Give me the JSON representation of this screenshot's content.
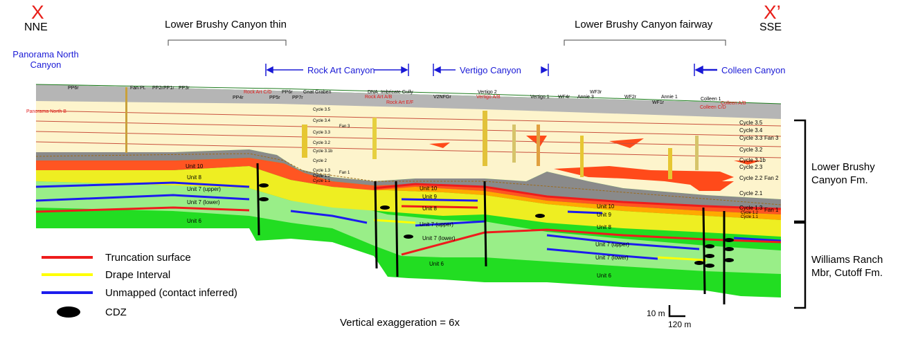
{
  "section": {
    "left_end": {
      "marker": "X",
      "direction": "NNE"
    },
    "right_end": {
      "marker": "X’",
      "direction": "SSE"
    },
    "trends": [
      "Lower Brushy Canyon thin",
      "Lower Brushy Canyon fairway"
    ],
    "canyons": {
      "panorama": "Panorama North Canyon",
      "rock_art": "Rock Art Canyon",
      "vertigo": "Vertigo Canyon",
      "colleen": "Colleen Canyon"
    },
    "panorama_label": "Panorama North B"
  },
  "wells": [
    {
      "name": "PP6r"
    },
    {
      "name": "Fan Pt."
    },
    {
      "name": "PP2r"
    },
    {
      "name": "PP1r"
    },
    {
      "name": "PP3r"
    },
    {
      "name": "PP4r"
    },
    {
      "name": "Rock Art C/D",
      "red": true
    },
    {
      "name": "PP5r"
    },
    {
      "name": "PP6r"
    },
    {
      "name": "PP7r"
    },
    {
      "name": "Gnat Graben"
    },
    {
      "name": "DNA"
    },
    {
      "name": "Rock Art A/B",
      "red": true
    },
    {
      "name": "Imbricate Gully"
    },
    {
      "name": "Rock Art E/F",
      "red": true
    },
    {
      "name": "V2NFGr"
    },
    {
      "name": "Vertigo 2"
    },
    {
      "name": "Vertigo A/B",
      "red": true
    },
    {
      "name": "Vertigo 1"
    },
    {
      "name": "WF4r"
    },
    {
      "name": "Annie 3"
    },
    {
      "name": "WF3r"
    },
    {
      "name": "WF2r"
    },
    {
      "name": "Annie 1"
    },
    {
      "name": "WF1r"
    },
    {
      "name": "Colleen 1"
    },
    {
      "name": "Colleen C/D",
      "red": true
    },
    {
      "name": "Colleen A/B",
      "red": true
    }
  ],
  "cycles_left": [
    "Cycle 3.5",
    "Cycle 3.4",
    "Cycle 3.3",
    "Cycle 3.2",
    "Cycle 3.1b",
    "Cycle 2",
    "Cycle 1.3",
    "Cycle 1.2",
    "Cycle 1.1"
  ],
  "fans_left": [
    "Fan 3",
    "Fan 1"
  ],
  "cycles_right": [
    "Cycle 3.5",
    "Cycle 3.4",
    "Cycle 3.3",
    "Cycle 3.2",
    "Cycle 3.1b",
    "Cycle 2.3",
    "Cycle 2.2",
    "Cycle 2.1",
    "Cycle 1.3",
    "Cycle 1.2",
    "Cycle 1.1"
  ],
  "fans_right": [
    "Fan 3",
    "Fan 2",
    "Fan 1"
  ],
  "units": {
    "left": [
      "Unit 10",
      "Unit 8",
      "Unit 7 (upper)",
      "Unit 7 (lower)",
      "Unit 6"
    ],
    "middle": [
      "Unit 10",
      "Unit 9",
      "Unit 8",
      "Unit 7 (upper)",
      "Unit 7 (lower)",
      "Unit 6"
    ],
    "right": [
      "Unit 10",
      "Unit 9",
      "Unit 8",
      "Unit 7 (upper)",
      "Unit 7 (lower)",
      "Unit 6"
    ]
  },
  "legend": [
    {
      "label": "Truncation surface",
      "color": "#ee1c1c",
      "symbol": "line"
    },
    {
      "label": "Drape Interval",
      "color": "#ffff00",
      "symbol": "line"
    },
    {
      "label": "Unmapped (contact inferred)",
      "color": "#1c1cee",
      "symbol": "line"
    },
    {
      "label": "CDZ",
      "color": "#000000",
      "symbol": "ellipse"
    }
  ],
  "formations": {
    "upper": "Lower Brushy Canyon Fm.",
    "lower": "Williams Ranch Mbr, Cutoff Fm."
  },
  "scale": {
    "vertical": "10 m",
    "horizontal": "120 m"
  },
  "vertical_exaggeration": "Vertical exaggeration = 6x",
  "colors": {
    "unit6": "#22dd22",
    "unit7": "#99ee88",
    "unit8": "#eeee22",
    "unit9": "#ffaa00",
    "unit10": "#ff5522",
    "drape_gray": "#8a8a8a",
    "brushy_fill": "#fdf4cc",
    "truncation": "#ee1c1c",
    "drape": "#ffff00",
    "unmapped": "#1c1cee",
    "canyon_blue": "#1a1ad6"
  }
}
